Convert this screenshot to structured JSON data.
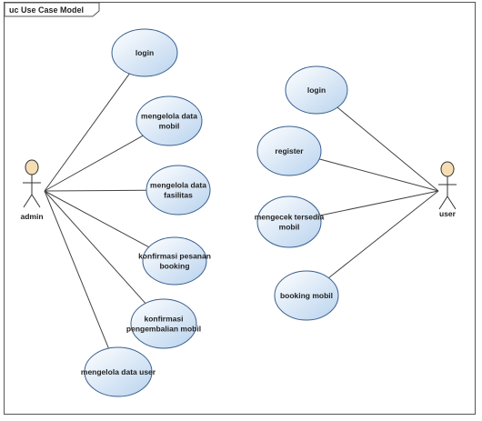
{
  "frame": {
    "title": "uc Use Case Model"
  },
  "actors": [
    {
      "id": "admin",
      "label": "admin"
    },
    {
      "id": "user",
      "label": "user"
    }
  ],
  "use_cases": [
    {
      "id": "a-login",
      "lines": [
        "login"
      ]
    },
    {
      "id": "a-kelola-mobil",
      "lines": [
        "mengelola data",
        "mobil"
      ]
    },
    {
      "id": "a-kelola-fasilitas",
      "lines": [
        "mengelola data",
        "fasilitas"
      ]
    },
    {
      "id": "a-konfirmasi-pesanan",
      "lines": [
        "konfirmasi pesanan",
        "booking"
      ]
    },
    {
      "id": "a-konfirmasi-pengembalian",
      "lines": [
        "konfirmasi",
        "pengembalian mobil"
      ]
    },
    {
      "id": "a-kelola-user",
      "lines": [
        "mengelola data user"
      ]
    },
    {
      "id": "u-login",
      "lines": [
        "login"
      ]
    },
    {
      "id": "u-register",
      "lines": [
        "register"
      ]
    },
    {
      "id": "u-cek-tersedia",
      "lines": [
        "mengecek tersedia",
        "mobil"
      ]
    },
    {
      "id": "u-booking",
      "lines": [
        "booking mobil"
      ]
    }
  ],
  "associations": [
    [
      "admin",
      "a-login"
    ],
    [
      "admin",
      "a-kelola-mobil"
    ],
    [
      "admin",
      "a-kelola-fasilitas"
    ],
    [
      "admin",
      "a-konfirmasi-pesanan"
    ],
    [
      "admin",
      "a-konfirmasi-pengembalian"
    ],
    [
      "admin",
      "a-kelola-user"
    ],
    [
      "user",
      "u-login"
    ],
    [
      "user",
      "u-register"
    ],
    [
      "user",
      "u-cek-tersedia"
    ],
    [
      "user",
      "u-booking"
    ]
  ],
  "colors": {
    "usecase_fill_top": "#ffffff",
    "usecase_fill_bottom": "#b9d3ee",
    "usecase_stroke": "#3a5f8f",
    "actor_head": "#f5deb3",
    "line": "#444444"
  }
}
